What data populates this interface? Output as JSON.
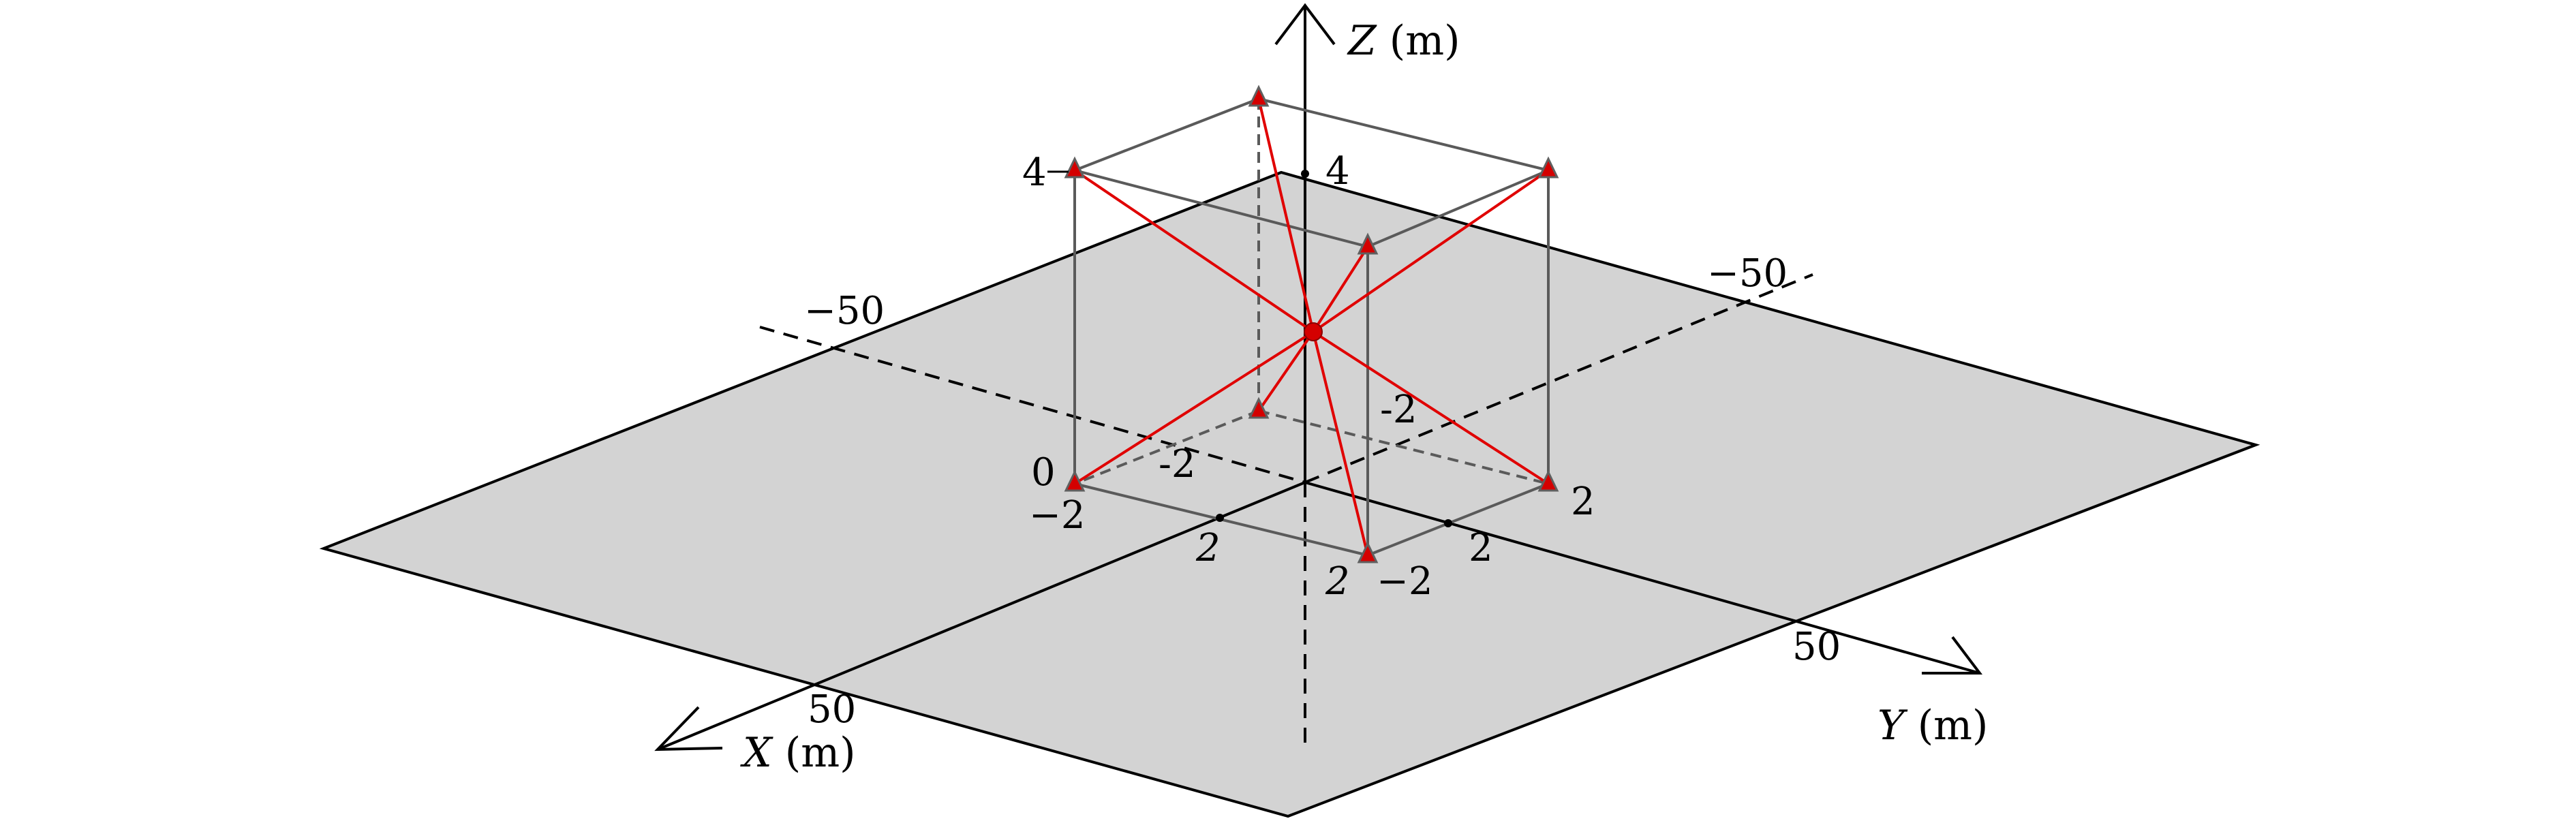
{
  "diagram": {
    "axes": {
      "x": {
        "name": "X",
        "unit": "(m)",
        "end_label": "50",
        "start_label": ""
      },
      "y": {
        "name": "Y",
        "unit": "(m)",
        "end_label": "50",
        "start_label": "−50"
      },
      "z": {
        "name": "Z",
        "unit": "(m)",
        "tick_label": "4"
      },
      "x_neg_label": "−50"
    },
    "box_labels": {
      "z_top": "4",
      "z_bottom": "0",
      "x_neg_left": "−2",
      "x_pos_near": "2",
      "x_pos_front": "2",
      "y_neg_front": "−2",
      "y_pos_right": "2",
      "y_pos_near": "2",
      "inner_neg_a": "-2",
      "inner_neg_b": "-2"
    },
    "colors": {
      "plane": "#d3d3d3",
      "frame": "#5a5a5a",
      "links": "#e00000",
      "anchor": "#d40000",
      "axis": "#000000"
    },
    "anchors_count": 8,
    "center": "red-dot"
  }
}
